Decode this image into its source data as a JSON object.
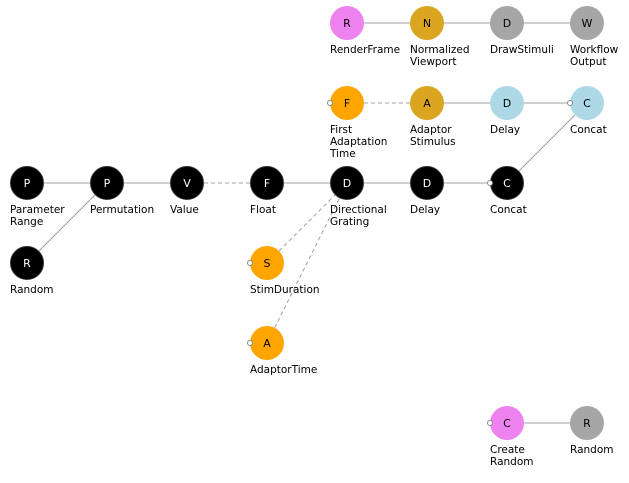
{
  "colors": {
    "black": "#000000",
    "gray": "#a6a6a6",
    "orange": "#ffa500",
    "gold": "#daa520",
    "lightblue": "#add8e6",
    "violet": "#ee82ee",
    "edge": "#a0a0a0"
  },
  "nodes": [
    {
      "id": "n1",
      "letter": "P",
      "label": "Parameter\nRange",
      "color": "black",
      "text": "#ffffff"
    },
    {
      "id": "n2",
      "letter": "P",
      "label": "Permutation",
      "color": "black",
      "text": "#ffffff"
    },
    {
      "id": "n3",
      "letter": "V",
      "label": "Value",
      "color": "black",
      "text": "#ffffff"
    },
    {
      "id": "n4",
      "letter": "F",
      "label": "Float",
      "color": "black",
      "text": "#ffffff"
    },
    {
      "id": "n5",
      "letter": "D",
      "label": "Directional\nGrating",
      "color": "black",
      "text": "#ffffff"
    },
    {
      "id": "n6",
      "letter": "D",
      "label": "Delay",
      "color": "black",
      "text": "#ffffff"
    },
    {
      "id": "n7",
      "letter": "C",
      "label": "Concat",
      "color": "black",
      "text": "#ffffff",
      "port": true
    },
    {
      "id": "n8",
      "letter": "R",
      "label": "Random",
      "color": "black",
      "text": "#ffffff"
    },
    {
      "id": "n9",
      "letter": "S",
      "label": "StimDuration",
      "color": "orange",
      "text": "#000000",
      "port": true
    },
    {
      "id": "n10",
      "letter": "A",
      "label": "AdaptorTime",
      "color": "orange",
      "text": "#000000",
      "port": true
    },
    {
      "id": "n11",
      "letter": "F",
      "label": "First\nAdaptation\nTime",
      "color": "orange",
      "text": "#000000",
      "port": true
    },
    {
      "id": "n12",
      "letter": "A",
      "label": "Adaptor\nStimulus",
      "color": "gold",
      "text": "#000000"
    },
    {
      "id": "n13",
      "letter": "D",
      "label": "Delay",
      "color": "lightblue",
      "text": "#000000"
    },
    {
      "id": "n14",
      "letter": "C",
      "label": "Concat",
      "color": "lightblue",
      "text": "#000000",
      "port": true
    },
    {
      "id": "n15",
      "letter": "R",
      "label": "RenderFrame",
      "color": "violet",
      "text": "#000000"
    },
    {
      "id": "n16",
      "letter": "N",
      "label": "Normalized\nViewport",
      "color": "gold",
      "text": "#000000"
    },
    {
      "id": "n17",
      "letter": "D",
      "label": "DrawStimuli",
      "color": "gray",
      "text": "#000000"
    },
    {
      "id": "n18",
      "letter": "W",
      "label": "Workflow\nOutput",
      "color": "gray",
      "text": "#000000"
    },
    {
      "id": "n19",
      "letter": "C",
      "label": "Create\nRandom",
      "color": "violet",
      "text": "#000000",
      "port": true
    },
    {
      "id": "n20",
      "letter": "R",
      "label": "Random",
      "color": "gray",
      "text": "#000000"
    }
  ],
  "edges": [
    {
      "from": "n1",
      "to": "n2",
      "style": "solid"
    },
    {
      "from": "n8",
      "to": "n2",
      "style": "solid"
    },
    {
      "from": "n2",
      "to": "n3",
      "style": "solid"
    },
    {
      "from": "n3",
      "to": "n4",
      "style": "dashed"
    },
    {
      "from": "n4",
      "to": "n5",
      "style": "solid"
    },
    {
      "from": "n9",
      "to": "n5",
      "style": "dashed"
    },
    {
      "from": "n10",
      "to": "n5",
      "style": "dashed"
    },
    {
      "from": "n5",
      "to": "n6",
      "style": "solid"
    },
    {
      "from": "n6",
      "to": "n7",
      "style": "solid"
    },
    {
      "from": "n7",
      "to": "n14",
      "style": "solid"
    },
    {
      "from": "n11",
      "to": "n12",
      "style": "dashed"
    },
    {
      "from": "n12",
      "to": "n13",
      "style": "solid"
    },
    {
      "from": "n13",
      "to": "n14",
      "style": "solid"
    },
    {
      "from": "n15",
      "to": "n16",
      "style": "solid"
    },
    {
      "from": "n16",
      "to": "n17",
      "style": "solid"
    },
    {
      "from": "n17",
      "to": "n18",
      "style": "solid"
    },
    {
      "from": "n19",
      "to": "n20",
      "style": "solid"
    }
  ]
}
